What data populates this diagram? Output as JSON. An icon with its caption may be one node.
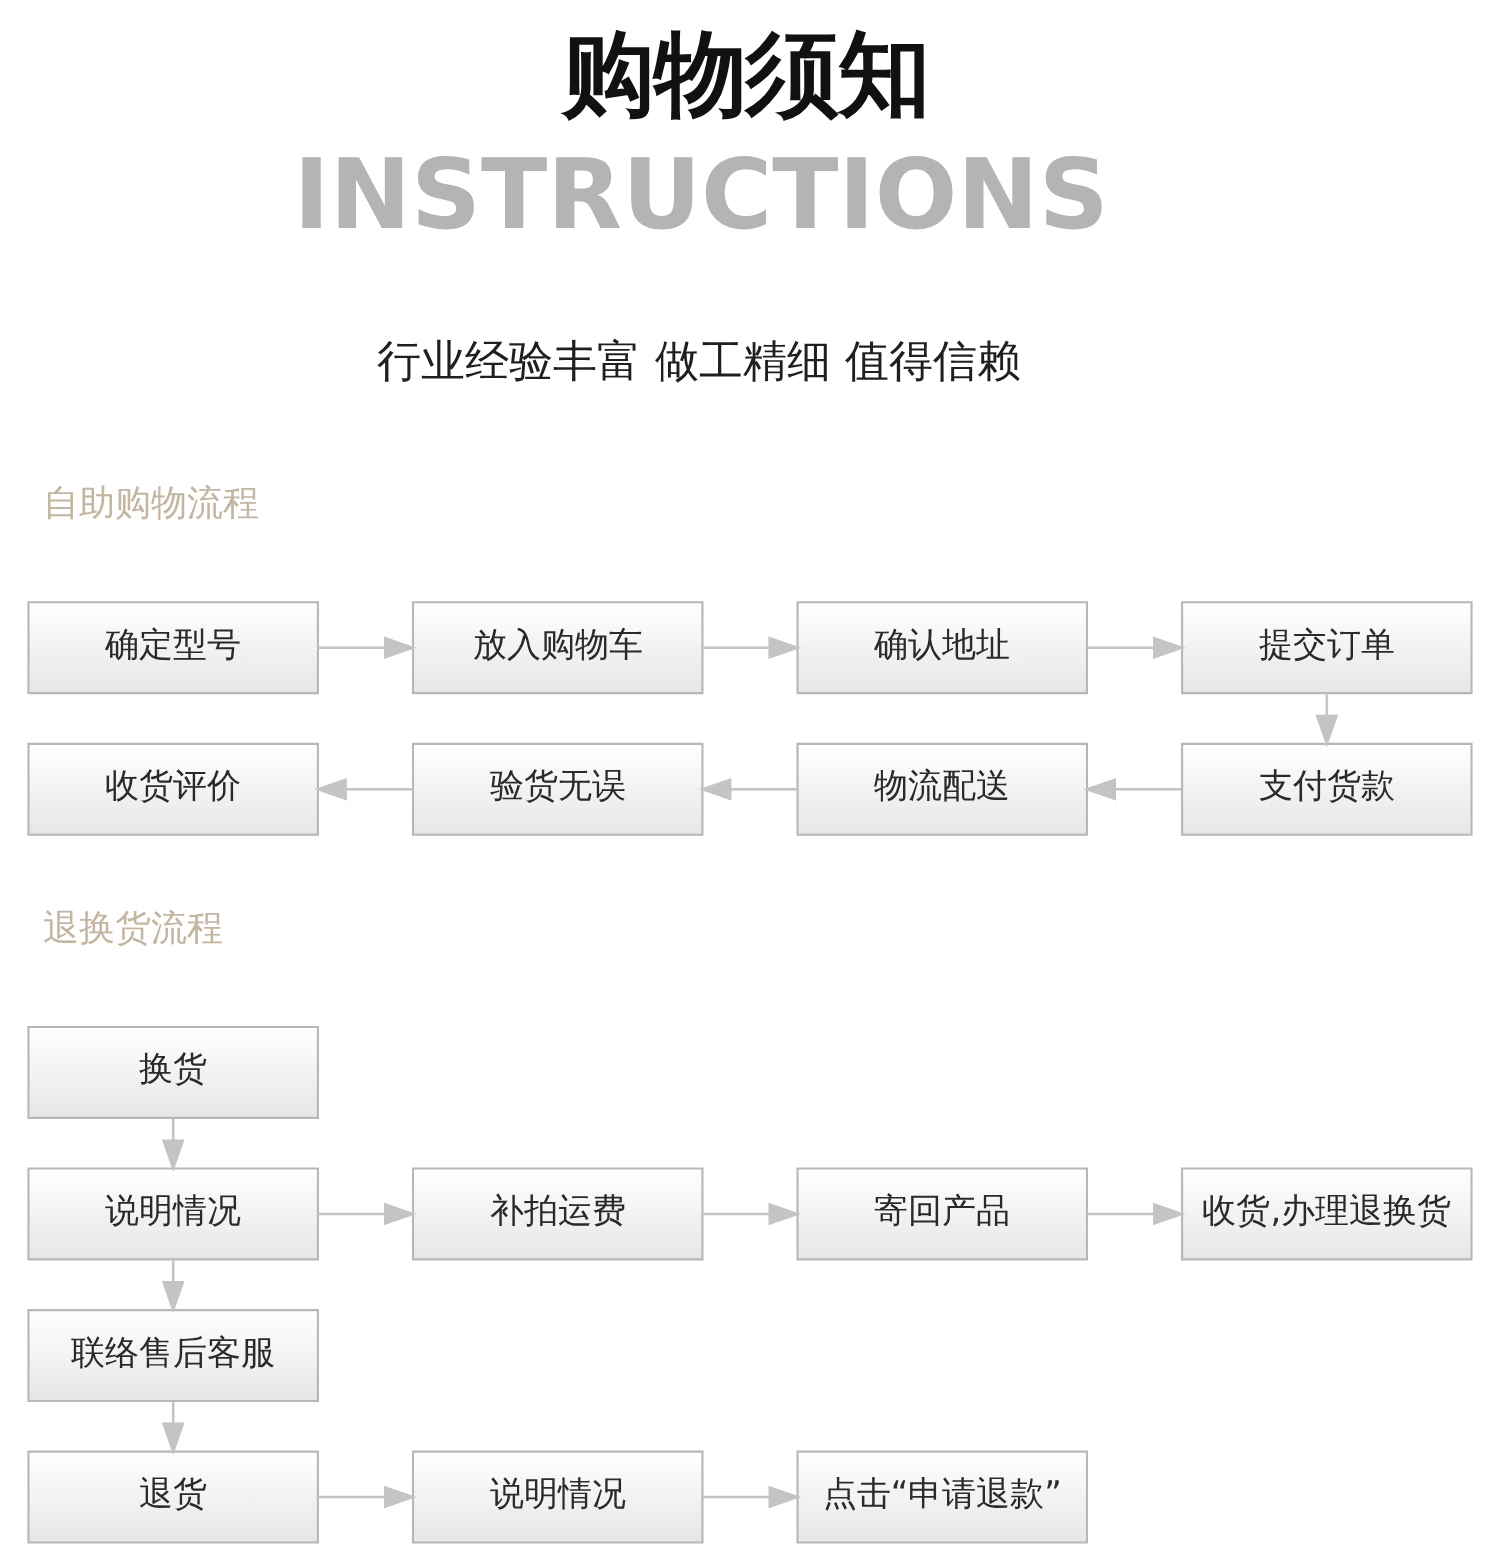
{
  "diagram": {
    "title": "购物须知",
    "nodes": [
      {
        "text": [
          "确定型号"
        ]
      },
      {
        "text": [
          "放入购物车"
        ]
      },
      {
        "text": [
          "确认地址"
        ]
      },
      {
        "text": [
          "提交订单"
        ]
      },
      {
        "text": [
          "收货评价"
        ]
      },
      {
        "text": [
          "验货无误"
        ]
      },
      {
        "text": [
          "物流配送"
        ]
      },
      {
        "text": [
          "支付货款"
        ]
      },
      {
        "text": [
          "换货"
        ]
      },
      {
        "text": [
          "说明情况"
        ]
      },
      {
        "text": [
          "补拍运费"
        ]
      },
      {
        "text": [
          "寄回产品"
        ]
      },
      {
        "text": [
          "收货,办理退换货"
        ]
      },
      {
        "text": [
          "联络售后客服"
        ]
      },
      {
        "text": [
          "退货"
        ]
      },
      {
        "text": [
          "说明情况"
        ]
      },
      {
        "text": [
          "点击“申请退款”"
        ]
      }
    ],
    "edges": [
      {
        "from": 0,
        "to": 1,
        "arrow": "to"
      },
      {
        "from": 1,
        "to": 2,
        "arrow": "to"
      },
      {
        "from": 2,
        "to": 3,
        "arrow": "to"
      },
      {
        "from": 3,
        "to": 7,
        "arrow": "to"
      },
      {
        "from": 7,
        "to": 6,
        "arrow": "to"
      },
      {
        "from": 6,
        "to": 5,
        "arrow": "to"
      },
      {
        "from": 5,
        "to": 4,
        "arrow": "to"
      },
      {
        "from": 8,
        "to": 9,
        "arrow": "to"
      },
      {
        "from": 9,
        "to": 10,
        "arrow": "to"
      },
      {
        "from": 10,
        "to": 11,
        "arrow": "to"
      },
      {
        "from": 11,
        "to": 12,
        "arrow": "to"
      },
      {
        "from": 9,
        "to": 13,
        "arrow": "to"
      },
      {
        "from": 13,
        "to": 14,
        "arrow": "to"
      },
      {
        "from": 14,
        "to": 15,
        "arrow": "to"
      },
      {
        "from": 15,
        "to": 16,
        "arrow": "to"
      }
    ],
    "labels": [
      "INSTRUCTIONS",
      "行业经验丰富 做工精细 值得信赖",
      "自助购物流程",
      "退换货流程"
    ]
  }
}
